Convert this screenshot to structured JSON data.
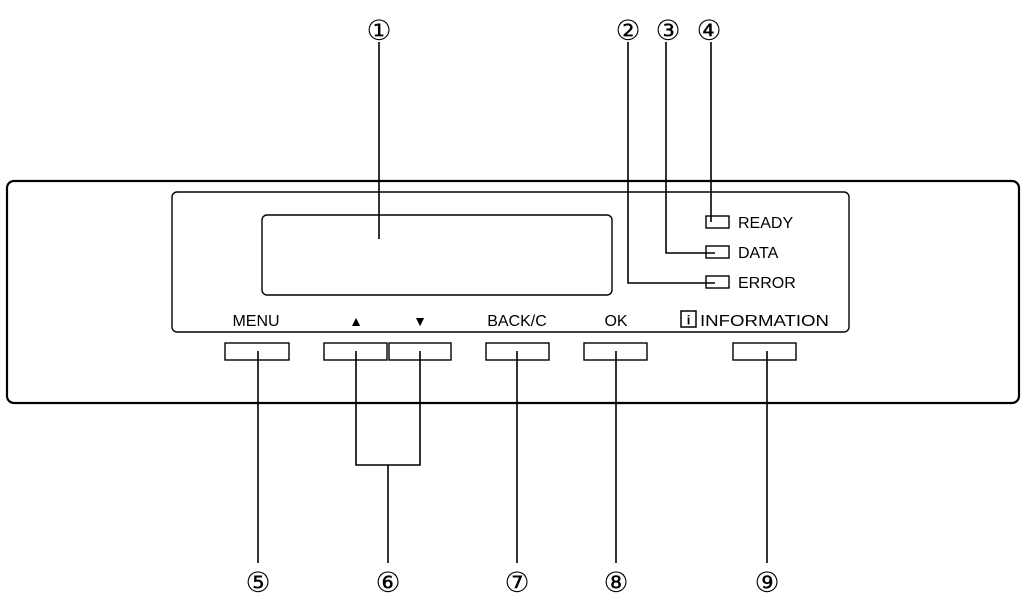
{
  "callouts": {
    "c1": "①",
    "c2": "②",
    "c3": "③",
    "c4": "④",
    "c5": "⑤",
    "c6": "⑥",
    "c7": "⑦",
    "c8": "⑧",
    "c9": "⑨"
  },
  "indicators": {
    "ready": "READY",
    "data": "DATA",
    "error": "ERROR"
  },
  "buttons": {
    "menu": "MENU",
    "up": "▲",
    "down": "▼",
    "back": "BACK/C",
    "ok": "OK",
    "info_glyph": "i",
    "information": "INFORMATION"
  }
}
